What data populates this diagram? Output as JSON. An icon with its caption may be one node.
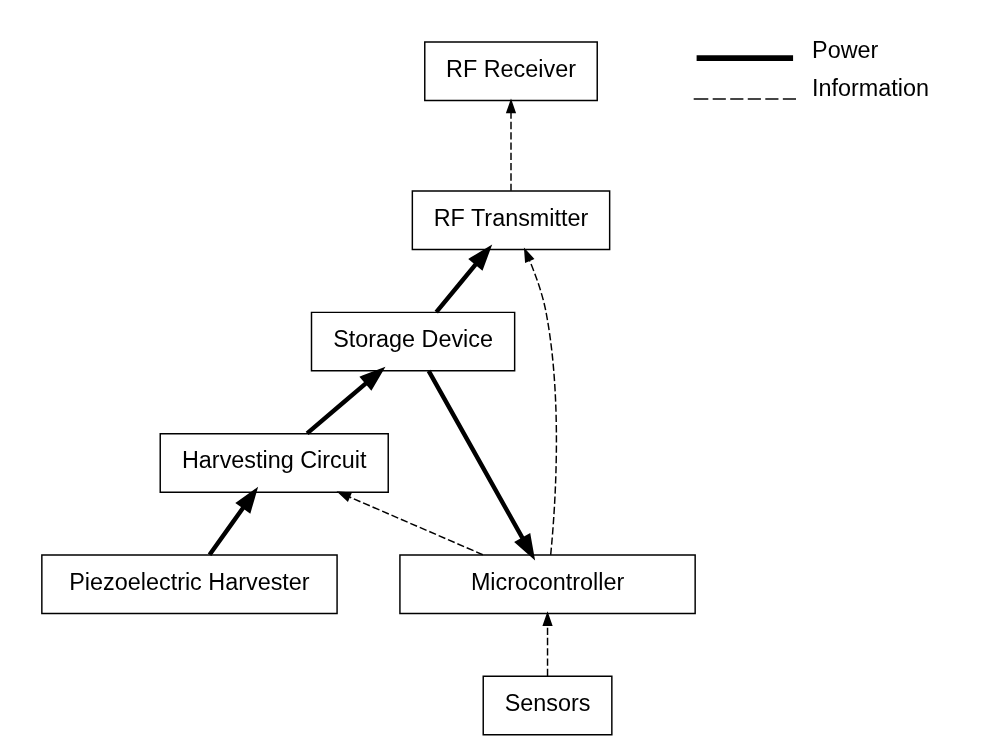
{
  "diagram": {
    "nodes": [
      {
        "text": [
          "RF Receiver"
        ]
      },
      {
        "text": [
          "Sensors"
        ]
      },
      {
        "text": [
          "Piezoelectric Harvester"
        ]
      },
      {
        "text": [
          "RF Transmitter"
        ]
      },
      {
        "text": [
          "Microcontroller"
        ]
      },
      {
        "text": [
          "Harvesting Circuit"
        ]
      },
      {
        "text": [
          "Storage Device"
        ]
      }
    ],
    "edges": [
      {
        "from": 2,
        "to": 5,
        "arrow": "to",
        "style": "thick"
      },
      {
        "from": 5,
        "to": 6,
        "arrow": "to",
        "style": "thick"
      },
      {
        "from": 6,
        "to": 4,
        "arrow": "to",
        "style": "thick"
      },
      {
        "from": 6,
        "to": 3,
        "arrow": "to",
        "style": "thick"
      },
      {
        "from": 1,
        "to": 4,
        "arrow": "to",
        "style": "dashed"
      },
      {
        "from": 4,
        "to": 3,
        "arrow": "to",
        "style": "dashed"
      },
      {
        "from": 4,
        "to": 5,
        "arrow": "to",
        "style": "dashed"
      },
      {
        "from": 3,
        "to": 0,
        "arrow": "to",
        "style": "dashed"
      }
    ],
    "legend": [
      {
        "text": "Power"
      },
      {
        "text": "Information"
      }
    ]
  }
}
